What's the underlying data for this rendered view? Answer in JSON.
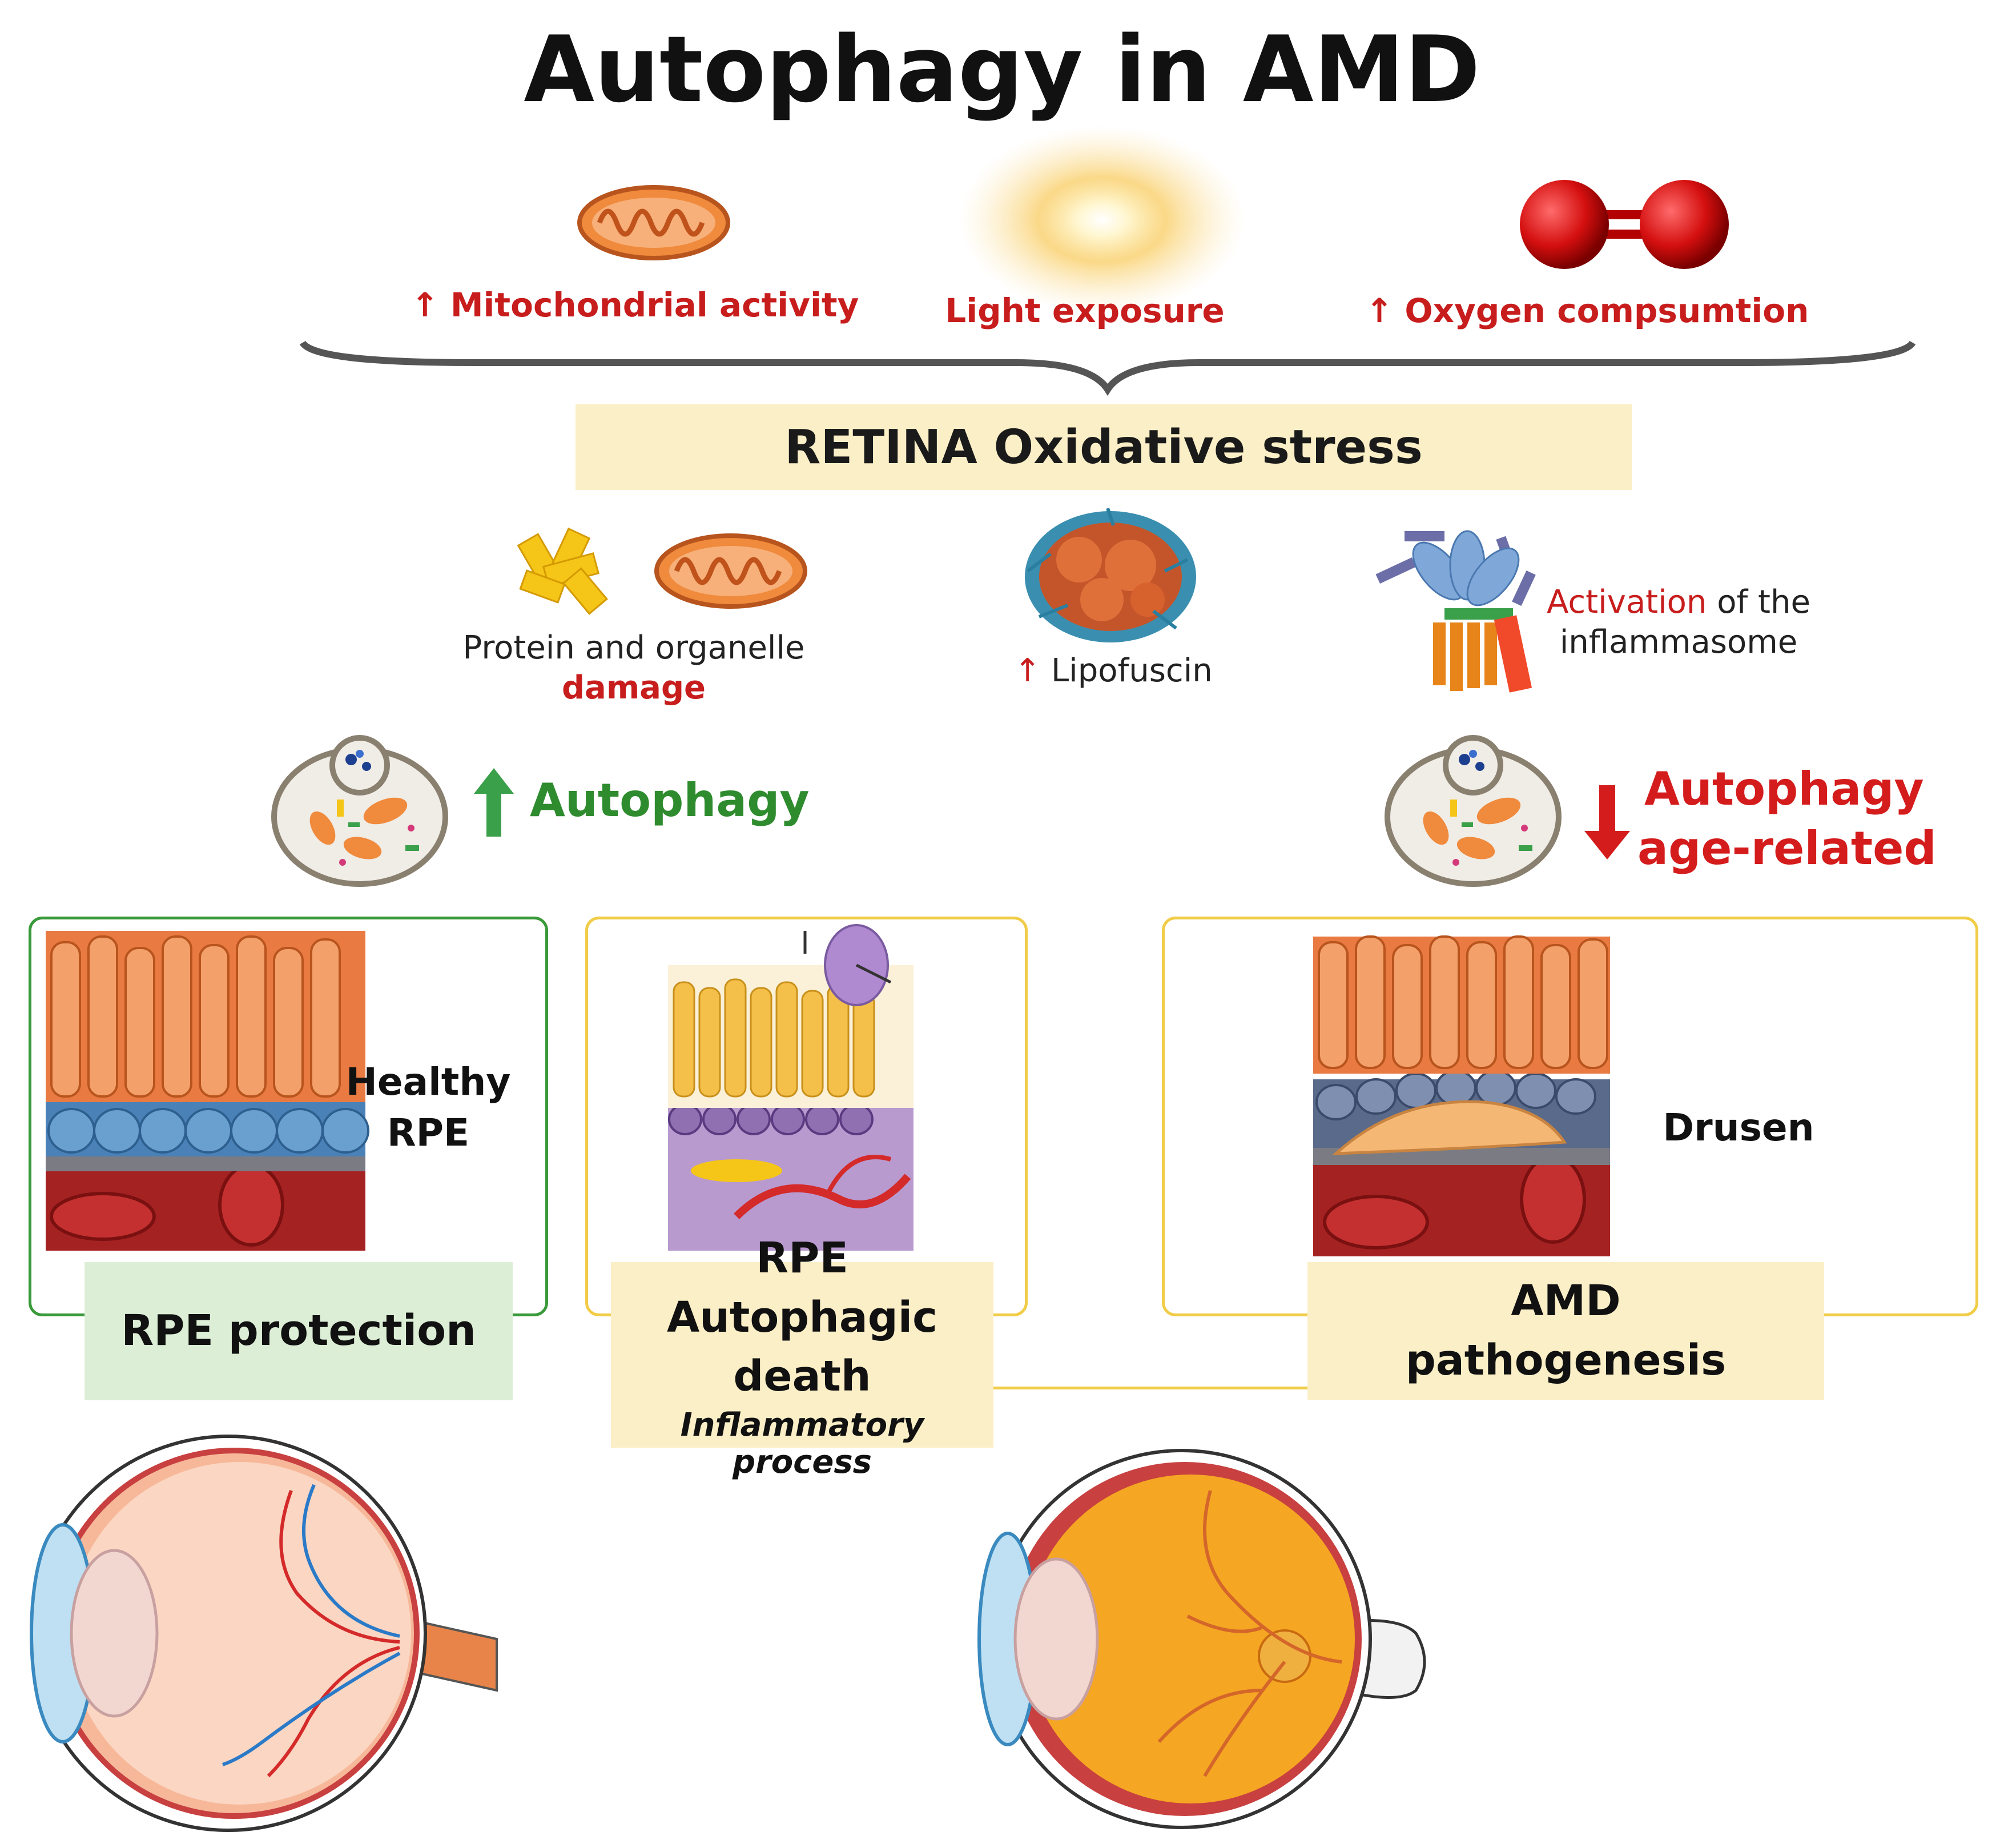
{
  "title": "Autophagy in AMD",
  "causes": [
    {
      "arrow": "↑",
      "label": "Mitochondrial activity"
    },
    {
      "arrow": "",
      "label": "Light exposure"
    },
    {
      "arrow": "↑",
      "label": "Oxygen compsumtion"
    }
  ],
  "stress": "RETINA Oxidative stress",
  "consequences": {
    "damage_line1": "Protein and organelle",
    "damage_line2": "damage",
    "lipofuscin_arrow": "↑",
    "lipofuscin": "Lipofuscin",
    "inflam_red": "Activation",
    "inflam_rest": "of the",
    "inflam_line2": "inflammasome"
  },
  "autophagy_up": "Autophagy",
  "autophagy_down_1": "Autophagy",
  "autophagy_down_2": "age-related",
  "panels": {
    "healthy_1": "Healthy",
    "healthy_2": "RPE",
    "drusen": "Drusen"
  },
  "results": {
    "protection": "RPE protection",
    "death_1": "RPE",
    "death_2": "Autophagic death",
    "death_sub": "Inflammatory process",
    "amd_1": "AMD",
    "amd_2": "pathogenesis"
  },
  "colors": {
    "red": "#c81d1d",
    "green": "#2e8b2e",
    "yellow_box": "#fbefc7",
    "green_box": "#dcefd6"
  }
}
